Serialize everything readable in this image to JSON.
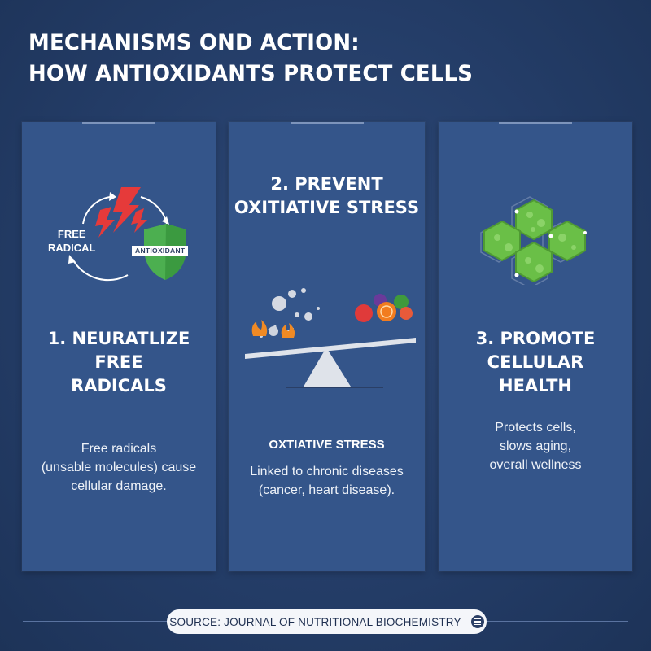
{
  "title": {
    "line1": "MECHANISMS OND ACTION:",
    "line2": "HOW ANTIOXIDANTS PROTECT CELLS"
  },
  "panels": [
    {
      "heading_lines": [
        "1. NEURATLIZE",
        "FREE",
        "RADICALS"
      ],
      "body_lines": [
        "Free radicals",
        "(unsable molecules) cause",
        "cellular damage."
      ],
      "illustration": {
        "free_radical_lines": [
          "FREE",
          "RADICAL"
        ],
        "antioxidant_label": "ANTIOXIDANT",
        "icons": [
          "lightning-icon",
          "shield-icon",
          "cycle-arrow-icon"
        ]
      }
    },
    {
      "heading_lines": [
        "2. PREVENT",
        "OXITIATIVE STRESS"
      ],
      "subheading": "OXTIATIVE STRESS",
      "body_lines": [
        "Linked to chronic diseases",
        "(cancer, heart disease)."
      ],
      "illustration": {
        "icons": [
          "seesaw-icon",
          "fruits-icon",
          "fire-icon",
          "debris-icon"
        ]
      }
    },
    {
      "heading_lines": [
        "3. PROMOTE",
        "CELLULAR",
        "HEALTH"
      ],
      "body_lines": [
        "Protects cells,",
        "slows aging,",
        "overall wellness"
      ],
      "illustration": {
        "icons": [
          "hexagon-cells-icon"
        ]
      }
    }
  ],
  "source": {
    "label": "SOURCE: JOURNAL OF NUTRITIONAL BIOCHEMISTRY",
    "icon": "list-icon"
  },
  "colors": {
    "background": "#243d68",
    "panel": "#34558a",
    "lightning": "#e63a3a",
    "shield": "#4caf50",
    "cell_green": "#6abf47",
    "source_pill": "#f4f6fa"
  }
}
